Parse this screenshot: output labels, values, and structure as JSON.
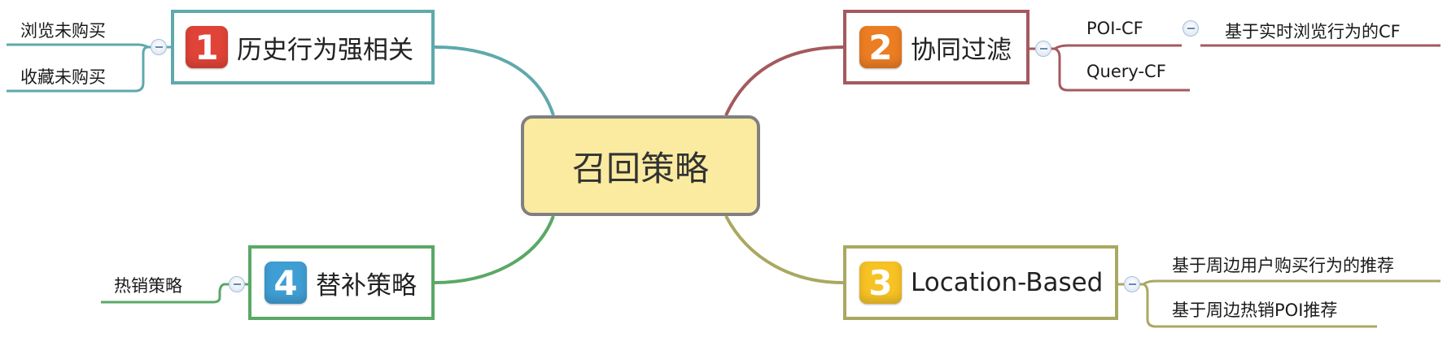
{
  "root": {
    "label": "召回策略"
  },
  "colors": {
    "center_fill": "#faeba0",
    "center_border": "#808080",
    "branch1": "#5fa9ac",
    "branch2": "#a45a5d",
    "branch3": "#a9a861",
    "branch4": "#5aa866",
    "collapse_border": "#a9bfd8"
  },
  "branches": [
    {
      "number": "1",
      "label": "历史行为强相关",
      "badge_color": "#e04337",
      "children": [
        {
          "label": "浏览未购买"
        },
        {
          "label": "收藏未购买"
        }
      ]
    },
    {
      "number": "2",
      "label": "协同过滤",
      "badge_color": "#ec7d23",
      "children": [
        {
          "label": "POI-CF",
          "children": [
            {
              "label": "基于实时浏览行为的CF"
            }
          ]
        },
        {
          "label": "Query-CF"
        }
      ]
    },
    {
      "number": "3",
      "label": "Location-Based",
      "badge_color": "#f6c224",
      "children": [
        {
          "label": "基于周边用户购买行为的推荐"
        },
        {
          "label": "基于周边热销POI推荐"
        }
      ]
    },
    {
      "number": "4",
      "label": "替补策略",
      "badge_color": "#3f9ed3",
      "children": [
        {
          "label": "热销策略"
        }
      ]
    }
  ],
  "icons": {
    "collapse": "collapse-minus-icon"
  }
}
